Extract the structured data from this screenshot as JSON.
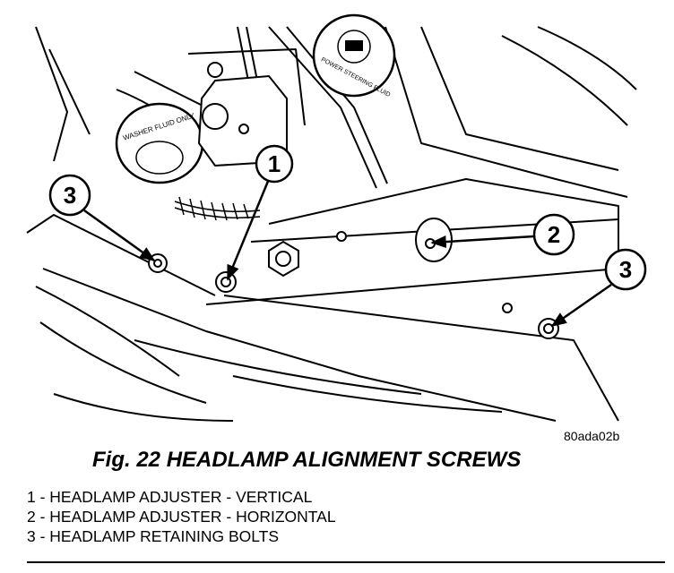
{
  "figure": {
    "callouts": [
      {
        "number": "1"
      },
      {
        "number": "2"
      },
      {
        "number": "3"
      },
      {
        "number": "3"
      }
    ],
    "reservoir_labels": {
      "washer": "WASHER FLUID ONLY",
      "power_steering": "POWER STEERING FLUID"
    },
    "ref_code": "80ada02b"
  },
  "caption": "Fig. 22 HEADLAMP ALIGNMENT SCREWS",
  "legend": [
    "1 - HEADLAMP ADJUSTER - VERTICAL",
    "2 - HEADLAMP ADJUSTER - HORIZONTAL",
    "3 - HEADLAMP RETAINING BOLTS"
  ],
  "colors": {
    "line": "#000000",
    "background": "#ffffff"
  }
}
